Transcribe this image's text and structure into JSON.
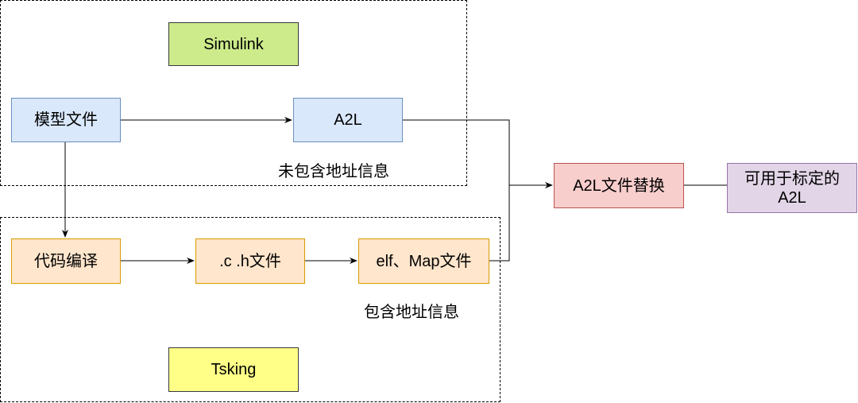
{
  "groups": {
    "simulink": {
      "title": "Simulink",
      "note": "未包含地址信息"
    },
    "tsking": {
      "title": "Tsking",
      "note": "包含地址信息"
    }
  },
  "nodes": {
    "model_file": "模型文件",
    "a2l": "A2L",
    "code_compile": "代码编译",
    "c_h_files": ".c .h文件",
    "elf_map": "elf、Map文件",
    "a2l_replace": "A2L文件替换",
    "calibratable_a2l": "可用于标定的A2L"
  }
}
